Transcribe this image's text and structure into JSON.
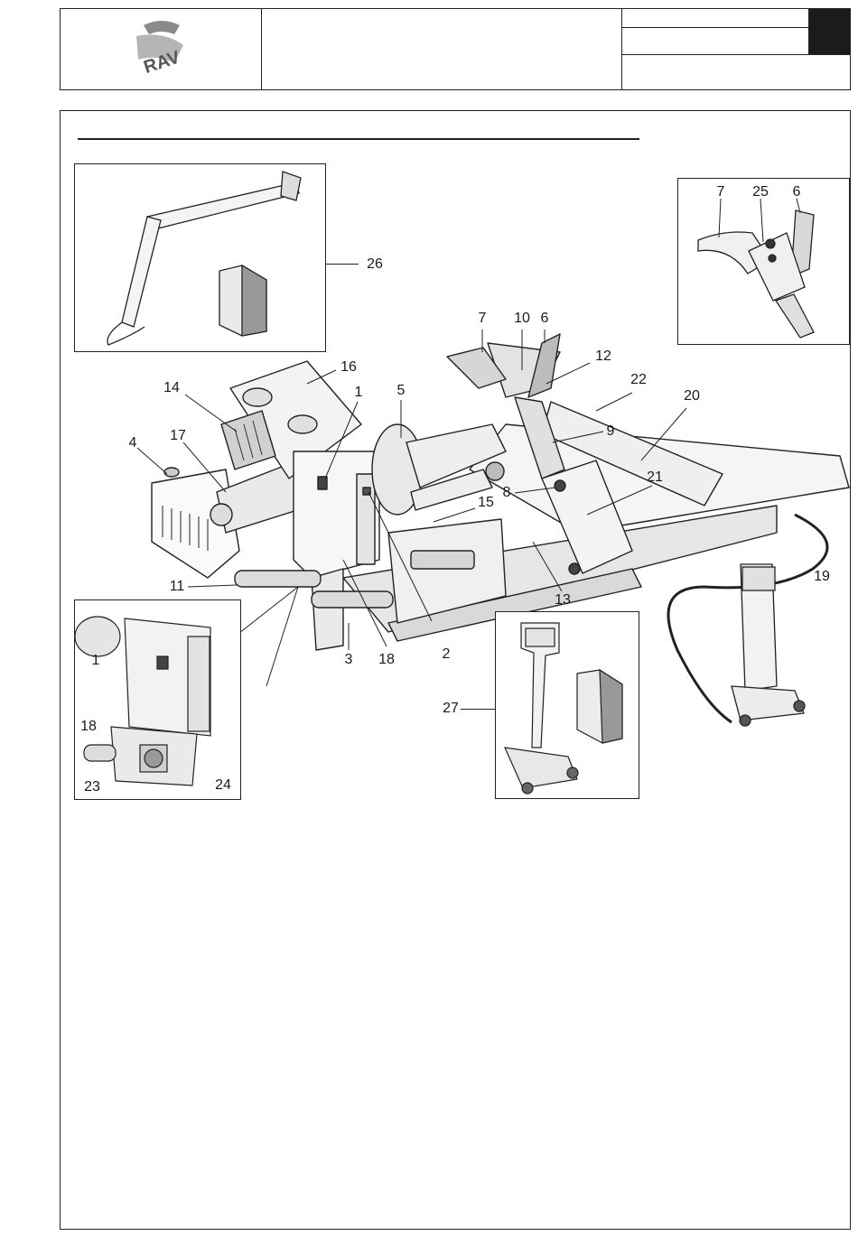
{
  "header": {
    "logo_text": "RAV",
    "title_cell": "",
    "info_top": "",
    "info_mid": "",
    "info_bottom": "",
    "page_tab": ""
  },
  "figure": {
    "labels": {
      "main": [
        "1",
        "2",
        "3",
        "4",
        "5",
        "6",
        "7",
        "8",
        "9",
        "10",
        "11",
        "12",
        "13",
        "14",
        "15",
        "16",
        "17",
        "18",
        "20",
        "21",
        "22"
      ],
      "inset_top_left": "26",
      "inset_top_right": [
        "7",
        "25",
        "6"
      ],
      "inset_bottom_left": [
        "1",
        "18",
        "23",
        "24"
      ],
      "inset_bottom_center": "27",
      "pedal_unit": "19"
    }
  },
  "colors": {
    "line": "#222222",
    "fill_light": "#f2f2f2",
    "fill_mid": "#d9d9d9",
    "fill_dark": "#8a8a8a"
  }
}
